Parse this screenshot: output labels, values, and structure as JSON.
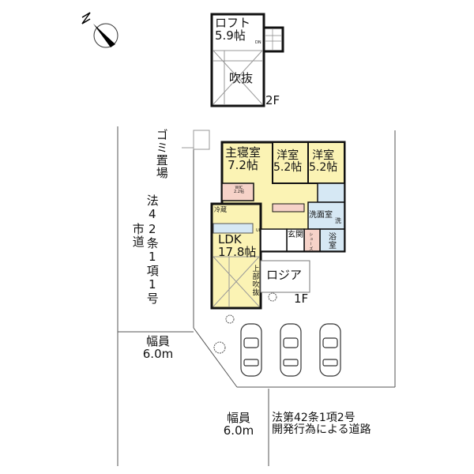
{
  "compass": {
    "icon": "north-arrow-icon",
    "label": "N"
  },
  "floor2": {
    "label": "2F",
    "loft": {
      "name": "ロフト",
      "size": "5.9帖"
    },
    "void": "吹抜",
    "stairs_label": "DN"
  },
  "floor1": {
    "label": "1F",
    "rooms": {
      "master_bedroom": {
        "name": "主寝室",
        "size": "7.2帖"
      },
      "western_room_1": {
        "name": "洋室",
        "size": "5.2帖"
      },
      "western_room_2": {
        "name": "洋室",
        "size": "5.2帖"
      },
      "ldk": {
        "name": "LDK",
        "size": "17.8帖"
      },
      "wic": {
        "name": "WIC",
        "size": "2.2帖"
      },
      "washroom": "洗面室",
      "bath": "浴室",
      "entrance": "玄関",
      "shoes": "シューズ",
      "fridge": "冷蔵",
      "washer": "洗",
      "loggia": "ロジア",
      "upper_void": "上部吹抜",
      "stairs_label": "UP"
    }
  },
  "site": {
    "garbage": "ゴミ置場",
    "west_road": {
      "type": "法42条1項1号",
      "name": "市道",
      "width_label": "幅員",
      "width": "6.0m"
    },
    "south_road": {
      "type": "法第42条1項2号",
      "name": "開発行為による道路",
      "width_label": "幅員",
      "width": "6.0m"
    }
  },
  "colors": {
    "room_yellow": "#fbf3b4",
    "wet_blue": "#d6e8f4",
    "storage_pink": "#f6d2c8",
    "wall": "#111111"
  }
}
